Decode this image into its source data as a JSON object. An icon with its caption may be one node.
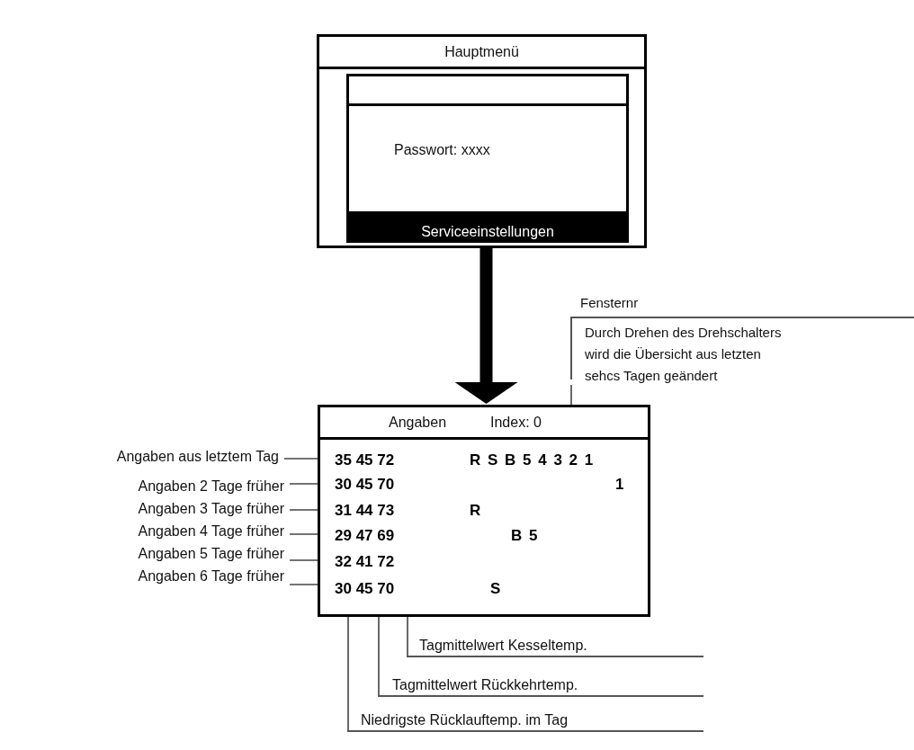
{
  "diagram": {
    "nodes": [
      {
        "text": [
          "Hauptmenü"
        ]
      },
      {
        "text": [
          "Passwort: xxxx"
        ],
        "in": 0
      },
      {
        "text": [
          "Serviceeinstellungen"
        ],
        "in": 1
      },
      {
        "text": [
          "Angaben",
          "Index: 0"
        ]
      },
      {
        "text": [
          "35 45 72",
          "R S B 5 4 3 2 1"
        ],
        "in": 3
      },
      {
        "text": [
          "30 45 70",
          "1"
        ],
        "in": 3
      },
      {
        "text": [
          "31 44 73",
          "R"
        ],
        "in": 3
      },
      {
        "text": [
          "29 47 69",
          "B 5"
        ],
        "in": 3
      },
      {
        "text": [
          "32 41 72"
        ],
        "in": 3
      },
      {
        "text": [
          "30 45 70",
          "S"
        ],
        "in": 3
      },
      {
        "text": [
          "Angaben aus letztem Tag"
        ]
      },
      {
        "text": [
          "Angaben 2 Tage früher"
        ]
      },
      {
        "text": [
          "Angaben 3 Tage früher"
        ]
      },
      {
        "text": [
          "Angaben 4 Tage früher"
        ]
      },
      {
        "text": [
          "Angaben 5 Tage früher"
        ]
      },
      {
        "text": [
          "Angaben 6 Tage früher"
        ]
      },
      {
        "text": [
          "Fensternr",
          "Durch Drehen des Drehschalters wird die Übersicht aus letzten sehcs Tagen geändert"
        ]
      },
      {
        "text": [
          "Tagmittelwert Kesseltemp."
        ]
      },
      {
        "text": [
          "Tagmittelwert Rückkehrtemp."
        ]
      },
      {
        "text": [
          "Niedrigste Rücklauftemp. im Tag"
        ]
      }
    ],
    "edges": [
      {
        "from": 0,
        "to": 3,
        "arrow": "to",
        "style": "thick"
      },
      {
        "from": 10,
        "to": 4,
        "arrow": "none"
      },
      {
        "from": 11,
        "to": 5,
        "arrow": "none"
      },
      {
        "from": 12,
        "to": 6,
        "arrow": "none"
      },
      {
        "from": 13,
        "to": 7,
        "arrow": "none"
      },
      {
        "from": 14,
        "to": 8,
        "arrow": "none"
      },
      {
        "from": 15,
        "to": 9,
        "arrow": "none"
      },
      {
        "from": 16,
        "to": 3,
        "arrow": "none"
      },
      {
        "from": 17,
        "to": 9,
        "arrow": "none"
      },
      {
        "from": 18,
        "to": 9,
        "arrow": "none"
      },
      {
        "from": 19,
        "to": 9,
        "arrow": "none"
      }
    ]
  }
}
